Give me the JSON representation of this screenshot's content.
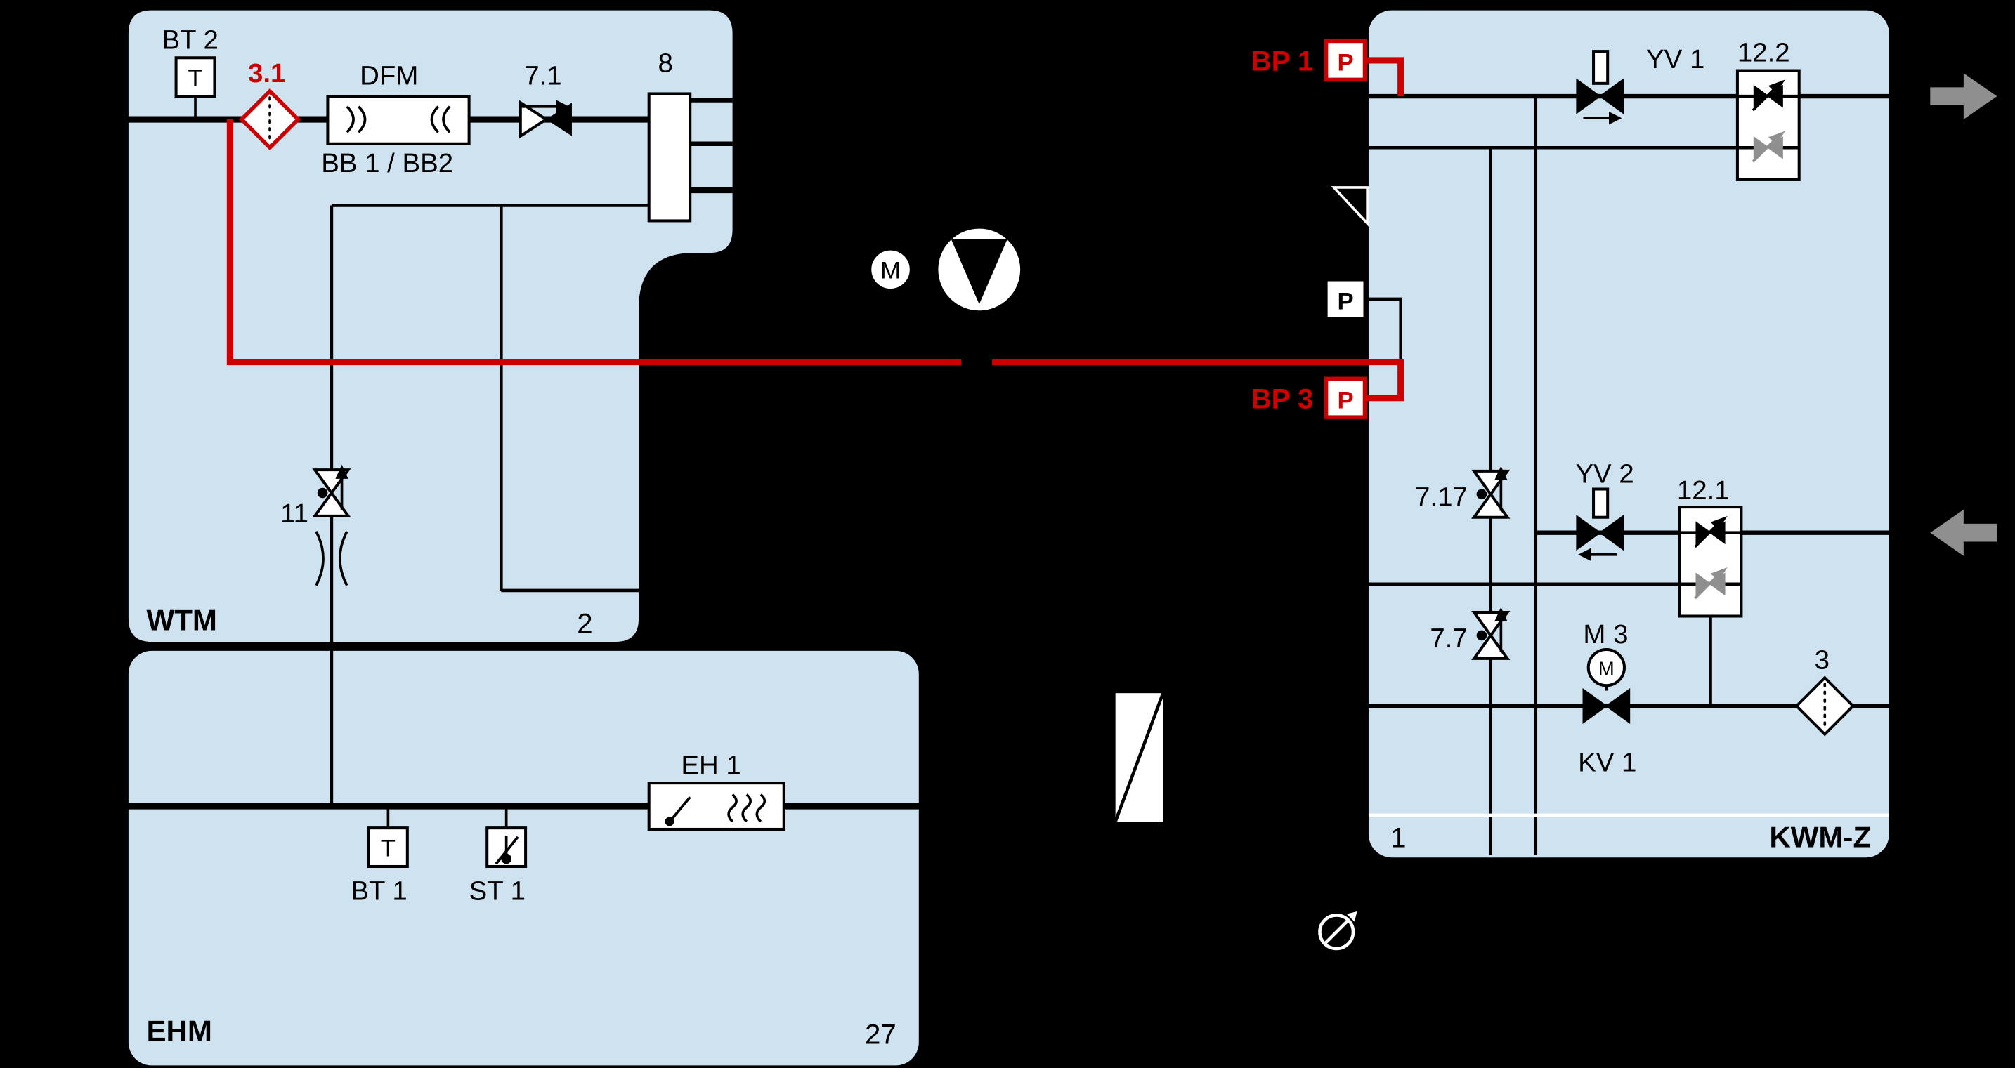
{
  "colors": {
    "background": "#000000",
    "module_fill": "#cfe2f0",
    "line": "#000000",
    "accent_red": "#cc0000",
    "gray": "#8f8f8f",
    "white": "#ffffff"
  },
  "modules": {
    "wtm": {
      "name": "WTM",
      "number": "2"
    },
    "ehm": {
      "name": "EHM",
      "number": "27"
    },
    "kwmz": {
      "name": "KWM-Z",
      "number": "1"
    }
  },
  "labels": {
    "bt2": "BT 2",
    "bt2_letter": "T",
    "filter31": "3.1",
    "dfm": "DFM",
    "dfm_sub": "BB 1 / BB2",
    "valve71": "7.1",
    "comp8": "8",
    "valve11": "11",
    "pump_motor": "M",
    "eh1": "EH 1",
    "bt1": "BT 1",
    "bt1_letter": "T",
    "st1": "ST 1",
    "bp1": "BP 1",
    "bp1_letter": "P",
    "p_sensor": "P",
    "bp3": "BP 3",
    "bp3_letter": "P",
    "yv1": "YV 1",
    "comp122": "12.2",
    "valve717": "7.17",
    "yv2": "YV 2",
    "comp121": "12.1",
    "valve77": "7.7",
    "m3": "M 3",
    "m3_letter": "M",
    "kv1": "KV 1",
    "filter3": "3"
  },
  "icons": {
    "pump": "circle-with-triangle",
    "motor": "circle-M",
    "filter": "diamond-with-dotted-line",
    "ultrasonic_flowmeter": "box-with-sound-waves",
    "check_valve": "bowtie-with-arrow",
    "safety_valve": "hourglass-ball-up-arrow",
    "mixing_unit": "box-with-two-valves",
    "drain": "filled-triangle",
    "gauge": "circle-with-arrow",
    "separator": "white-rect-diagonal",
    "flow_out": "arrow-right-gray",
    "flow_in": "arrow-left-gray"
  }
}
